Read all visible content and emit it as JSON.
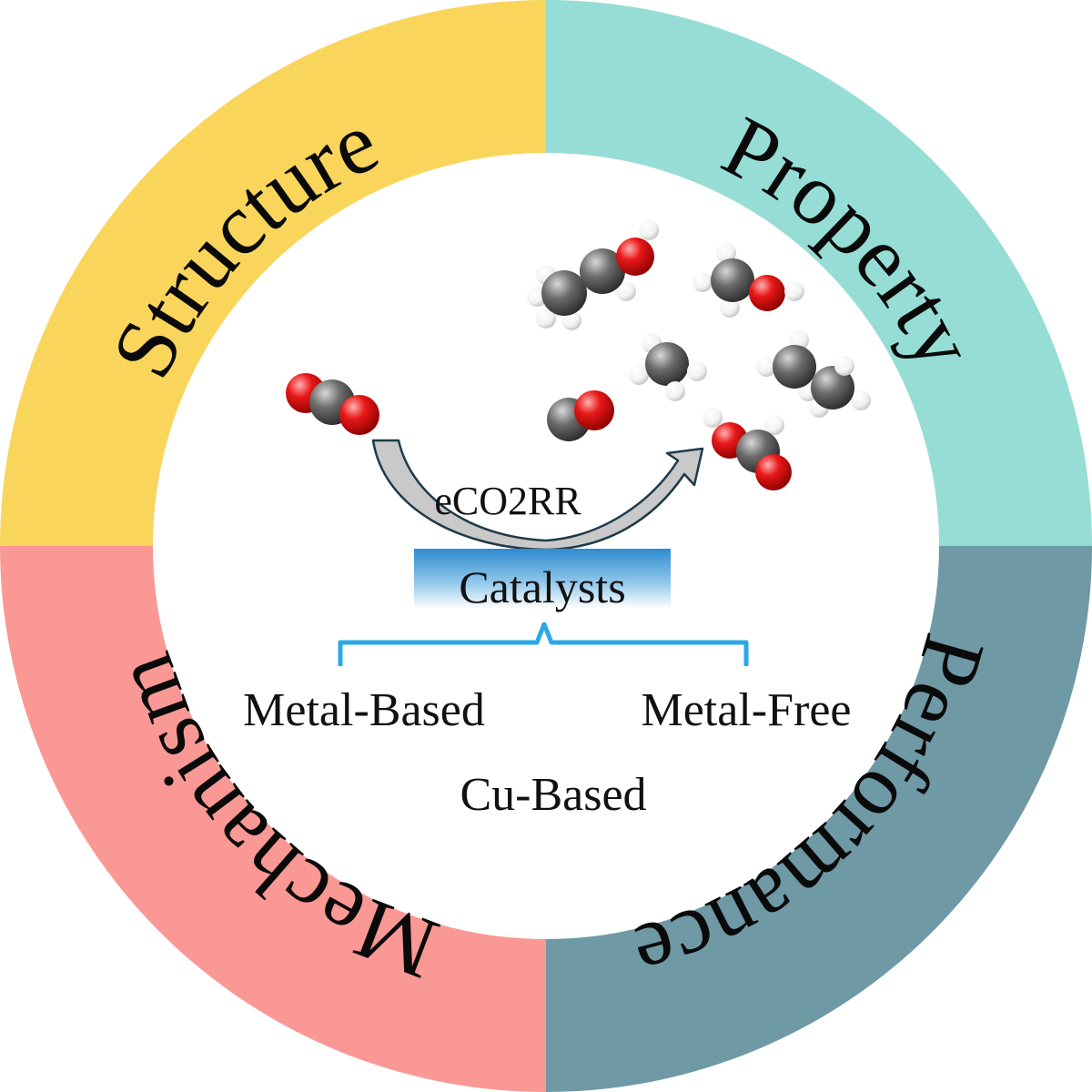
{
  "ring": {
    "quadrants": [
      {
        "key": "structure",
        "label": "Structure",
        "color": "#FAD55C"
      },
      {
        "key": "property",
        "label": "Property",
        "color": "#95DDD5"
      },
      {
        "key": "performance",
        "label": "Performance",
        "color": "#6E99A5"
      },
      {
        "key": "mechanism",
        "label": "Mechanism",
        "color": "#F99894"
      }
    ]
  },
  "center": {
    "reaction_label": "eCO2RR",
    "catalysts_label": "Catalysts",
    "branch_left": "Metal-Based",
    "branch_right": "Metal-Free",
    "branch_bottom": "Cu-Based"
  },
  "colors": {
    "arrow_fill": "#C9C9C9",
    "arrow_stroke": "#1F3A4A",
    "brace": "#29A9E8",
    "catalyst_bar_top": "#2E8BD0",
    "atom_carbon": "#555555",
    "atom_oxygen": "#E01010",
    "atom_hydrogen": "#FFFFFF"
  },
  "molecules": [
    {
      "name": "carbon-dioxide"
    },
    {
      "name": "carbon-monoxide"
    },
    {
      "name": "ethanol"
    },
    {
      "name": "methanol"
    },
    {
      "name": "methane"
    },
    {
      "name": "ethane"
    },
    {
      "name": "formic-acid"
    }
  ]
}
